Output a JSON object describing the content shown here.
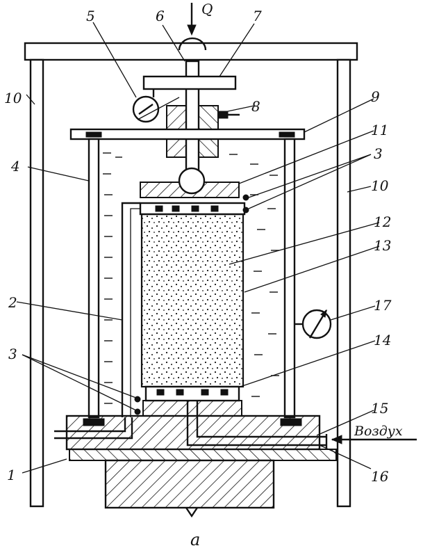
{
  "diagram": {
    "load_label": "Q",
    "air_label": "Воздух",
    "caption": "а",
    "labels": [
      {
        "id": "1",
        "text": "1"
      },
      {
        "id": "2",
        "text": "2"
      },
      {
        "id": "3a",
        "text": "3"
      },
      {
        "id": "3b",
        "text": "3"
      },
      {
        "id": "4",
        "text": "4"
      },
      {
        "id": "5",
        "text": "5"
      },
      {
        "id": "6",
        "text": "6"
      },
      {
        "id": "7",
        "text": "7"
      },
      {
        "id": "8",
        "text": "8"
      },
      {
        "id": "9",
        "text": "9"
      },
      {
        "id": "10a",
        "text": "10"
      },
      {
        "id": "10b",
        "text": "10"
      },
      {
        "id": "11",
        "text": "11"
      },
      {
        "id": "12",
        "text": "12"
      },
      {
        "id": "13",
        "text": "13"
      },
      {
        "id": "14",
        "text": "14"
      },
      {
        "id": "15",
        "text": "15"
      },
      {
        "id": "16",
        "text": "16"
      },
      {
        "id": "17",
        "text": "17"
      }
    ]
  }
}
